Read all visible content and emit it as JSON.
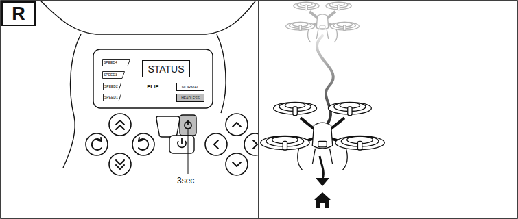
{
  "diagram": {
    "nodes": [
      {
        "text": [
          "R"
        ]
      },
      {
        "text": [
          "SPEED4"
        ]
      },
      {
        "text": [
          "SPEED3"
        ]
      },
      {
        "text": [
          "SPEED2"
        ]
      },
      {
        "text": [
          "SPEED1"
        ]
      },
      {
        "text": [
          "STATUS"
        ]
      },
      {
        "text": [
          "FLIP"
        ]
      },
      {
        "text": [
          "NORMAL"
        ]
      },
      {
        "text": [
          "HEADLESS"
        ]
      }
    ],
    "labels": [
      "3sec"
    ]
  }
}
